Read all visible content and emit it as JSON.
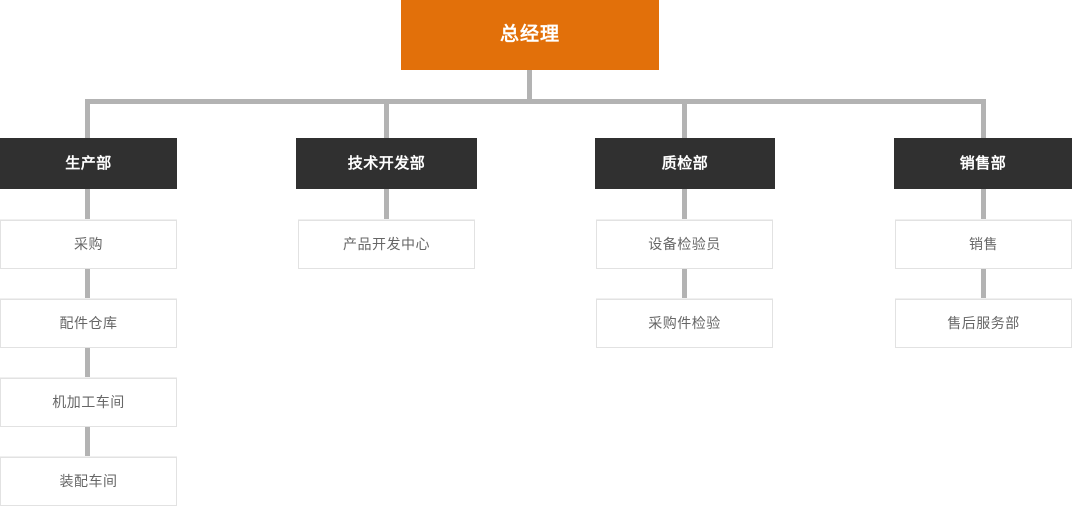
{
  "chart": {
    "type": "org-chart",
    "title": "",
    "colors": {
      "root_fill": "#e2700a",
      "root_text": "#ffffff",
      "dept_fill": "#303030",
      "dept_text": "#ffffff",
      "sub_fill": "#ffffff",
      "sub_text": "#666666",
      "sub_border": "#e2e2e2",
      "connector": "#b3b3b3",
      "background": "#ffffff"
    },
    "root": {
      "label": "总经理",
      "level": 0
    },
    "branches": [
      {
        "department": "生产部",
        "column": 1,
        "children": [
          {
            "label": "采购"
          },
          {
            "label": "配件仓库"
          },
          {
            "label": "机加工车间"
          },
          {
            "label": "装配车间"
          }
        ]
      },
      {
        "department": "技术开发部",
        "column": 2,
        "children": [
          {
            "label": "产品开发中心"
          }
        ]
      },
      {
        "department": "质检部",
        "column": 3,
        "children": [
          {
            "label": "设备检验员"
          },
          {
            "label": "采购件检验"
          }
        ]
      },
      {
        "department": "销售部",
        "column": 4,
        "children": [
          {
            "label": "销售"
          },
          {
            "label": "售后服务部"
          }
        ]
      }
    ]
  }
}
